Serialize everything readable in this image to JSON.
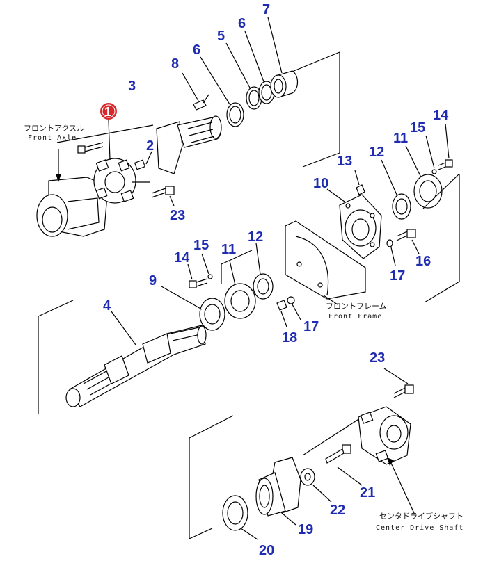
{
  "labels": {
    "front_axle_jp": "フロントアクスル",
    "front_axle_en": "Front Axle",
    "front_frame_jp": "フロントフレーム",
    "front_frame_en": "Front Frame",
    "center_drive_shaft_jp": "センタドライブシャフト",
    "center_drive_shaft_en": "Center Drive Shaft"
  },
  "callouts": {
    "c1": "1",
    "c2": "2",
    "c3": "3",
    "c4": "4",
    "c5": "5",
    "c6a": "6",
    "c6b": "6",
    "c7": "7",
    "c8": "8",
    "c9": "9",
    "c10": "10",
    "c11a": "11",
    "c11b": "11",
    "c12a": "12",
    "c12b": "12",
    "c13": "13",
    "c14a": "14",
    "c14b": "14",
    "c15a": "15",
    "c15b": "15",
    "c16": "16",
    "c17a": "17",
    "c17b": "17",
    "c18": "18",
    "c19": "19",
    "c20": "20",
    "c21": "21",
    "c22": "22",
    "c23a": "23",
    "c23b": "23"
  },
  "colors": {
    "callout": "#1f2bb0",
    "highlight": "#d8262b",
    "line": "#000000"
  }
}
